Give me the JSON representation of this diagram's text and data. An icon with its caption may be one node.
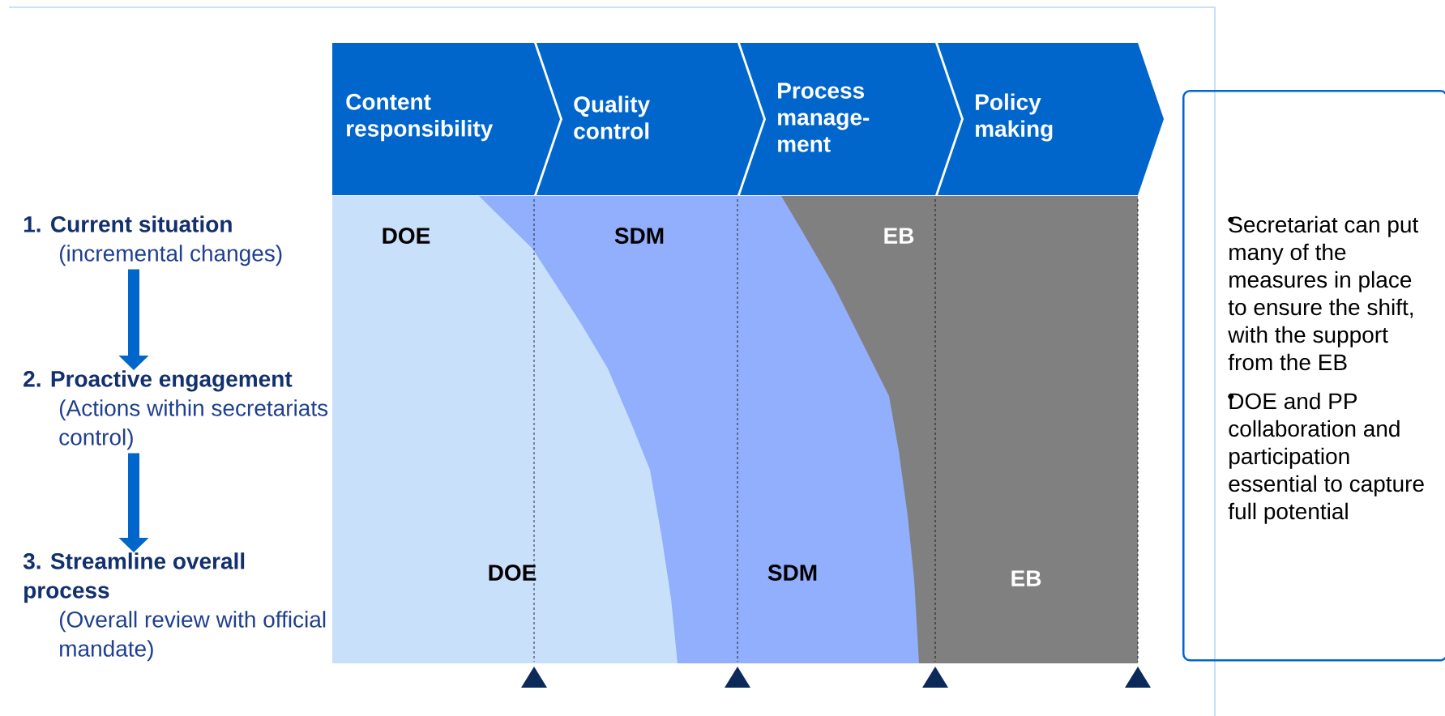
{
  "diagram": {
    "nodes": [
      {
        "text": [
          "Content responsibility"
        ]
      },
      {
        "text": [
          "Quality control"
        ]
      },
      {
        "text": [
          "Process manage-ment"
        ]
      },
      {
        "text": [
          "Policy making"
        ]
      },
      {
        "text": [
          "1. Current situation",
          "(incremental changes)"
        ]
      },
      {
        "text": [
          "2. Proactive engagement",
          "(Actions within secretariats control)"
        ]
      },
      {
        "text": [
          "3. Streamline overall process",
          "(Overall review with official mandate)"
        ]
      },
      {
        "text": [
          "Secretariat can put many of the measures in place to ensure the shift, with the support from the EB",
          "DOE and PP collaboration and participation essential to capture full potential"
        ]
      }
    ],
    "edges": [
      {
        "from": 4,
        "to": 5,
        "arrow": "to"
      },
      {
        "from": 5,
        "to": 6,
        "arrow": "to"
      }
    ],
    "labels": [
      "DOE",
      "SDM",
      "EB",
      "DOE",
      "SDM",
      "EB"
    ]
  }
}
